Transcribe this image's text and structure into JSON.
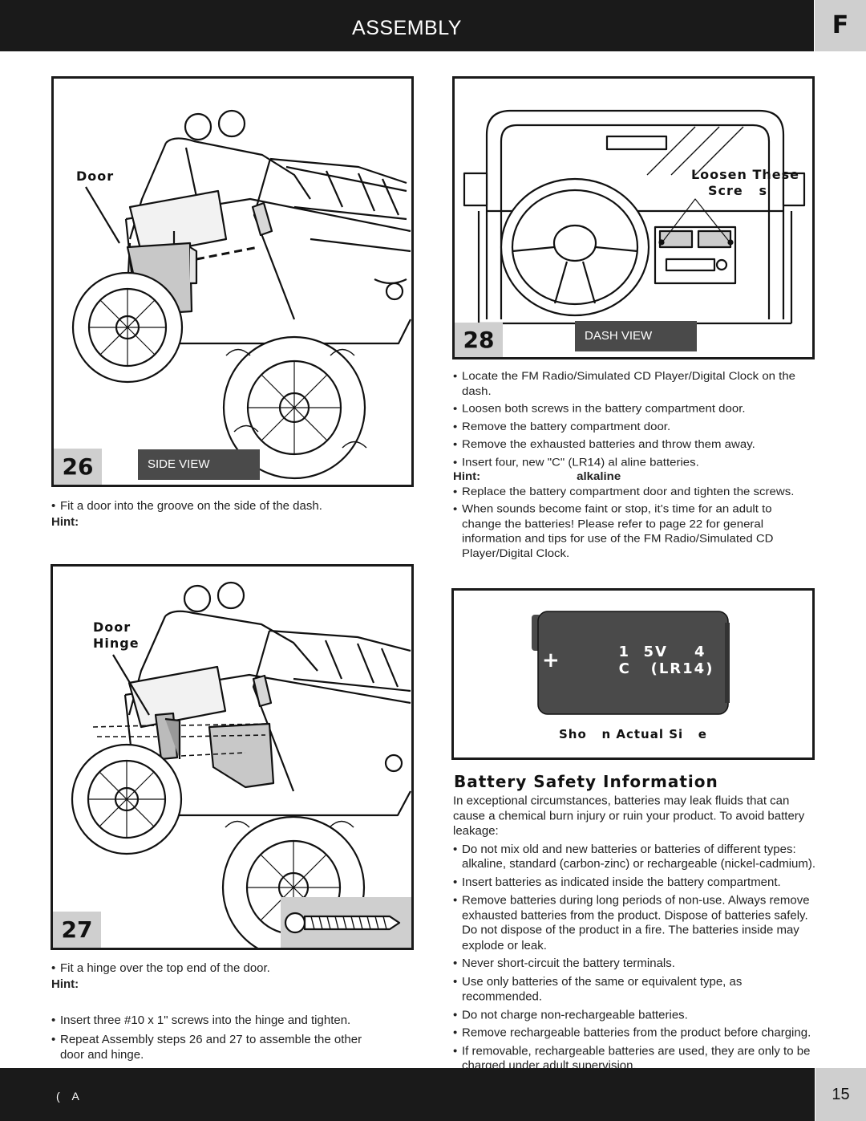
{
  "header": {
    "title": "ASSEMBLY",
    "lang_tab": "F"
  },
  "footer": {
    "text": "(    A",
    "page_number": "15"
  },
  "step26": {
    "number": "26",
    "view": "SIDE VIEW",
    "callout": "Door",
    "bullets": [
      "Fit a door into the groove on the side of the dash."
    ],
    "hint": "Hint:"
  },
  "step27": {
    "number": "27",
    "callout_line1": "Door",
    "callout_line2": "Hinge",
    "bullets": [
      "Fit a hinge over the top end of the door."
    ],
    "hint": "Hint:",
    "bullets2": [
      "Insert three #10 x 1\" screws into the hinge and tighten.",
      "Repeat Assembly steps 26 and 27 to assemble the other door and hinge."
    ]
  },
  "step28": {
    "number": "28",
    "view": "DASH VIEW",
    "callout_line1": "Loosen These",
    "callout_line2": "Scre   s",
    "bullets": [
      "Locate the FM Radio/Simulated CD Player/Digital Clock on the dash.",
      "Loosen both screws in the battery compartment door.",
      "Remove the battery compartment door.",
      "Remove the exhausted batteries and throw them away.",
      "Insert four, new \"C\" (LR14) al  aline batteries."
    ],
    "hint": "Hint:",
    "hint_value": "alkaline",
    "bullets2": [
      "Replace the battery compartment door and tighten the screws.",
      "When sounds become faint or stop, it’s time for an adult to change the batteries! Please refer to page 22 for general information and tips for use of the FM Radio/Simulated CD Player/Digital Clock."
    ]
  },
  "battery_figure": {
    "plus": "+",
    "voltage": "1  5V    4",
    "type": "C   (LR14)",
    "caption": "Sho   n Actual Si   e"
  },
  "battery_safety": {
    "title": "Battery Safety Information",
    "intro": "In exceptional circumstances, batteries may leak fluids that can cause a chemical burn injury or ruin your product. To avoid battery leakage:",
    "bullets": [
      "Do not mix old and new batteries or batteries of different types: alkaline, standard (carbon-zinc) or rechargeable (nickel-cadmium).",
      "Insert batteries as indicated inside the battery compartment.",
      "Remove batteries during long periods of non-use. Always remove exhausted batteries from the product. Dispose of batteries safely. Do not dispose of the product in a fire. The batteries inside may explode or leak.",
      "Never short-circuit the battery terminals.",
      "Use only batteries of the same or equivalent type, as recommended.",
      "Do not charge non-rechargeable batteries.",
      "Remove rechargeable batteries from the product before charging.",
      "If removable, rechargeable batteries are used, they are only to be charged under adult supervision."
    ]
  }
}
